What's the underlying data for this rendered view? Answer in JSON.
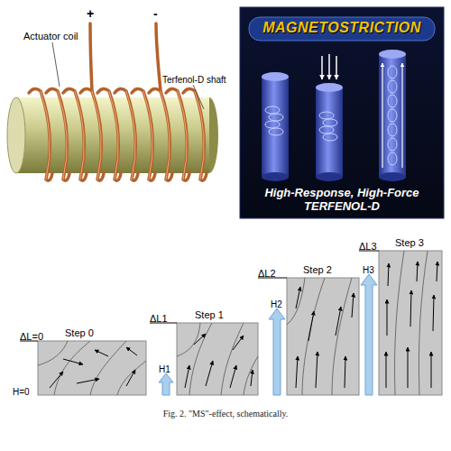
{
  "diagram": {
    "caption": "Fig. 2. \"MS\"-effect, schematically.",
    "nodes": [
      {
        "text": [
          "MAGNETOSTRICTION",
          "High-Response, High-Force TERFENOL-D"
        ]
      },
      {
        "text": [
          "Step 0"
        ]
      },
      {
        "text": [
          "Step 1"
        ]
      },
      {
        "text": [
          "Step 2"
        ]
      },
      {
        "text": [
          "Step 3"
        ]
      }
    ],
    "labels": [
      "Actuator coil",
      "Terfenol-D shaft",
      "+",
      "-",
      "ΔL=0",
      "H=0",
      "ΔL1",
      "H1",
      "ΔL2",
      "H2",
      "ΔL3",
      "H3"
    ]
  }
}
